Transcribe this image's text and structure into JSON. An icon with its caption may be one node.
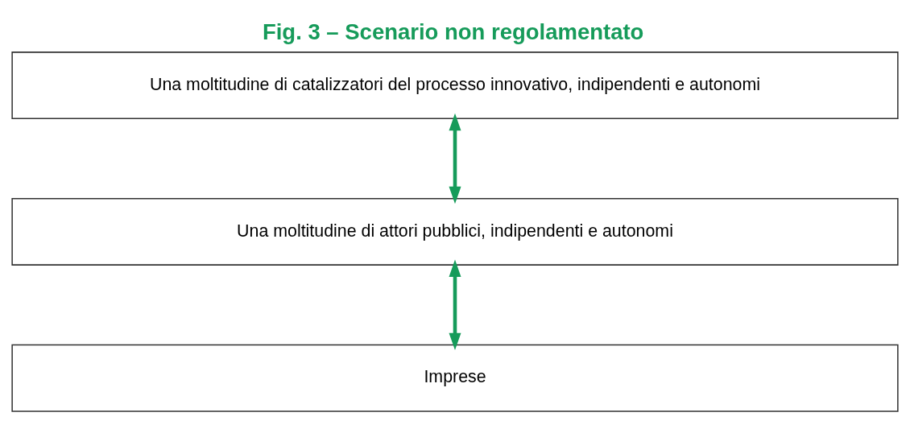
{
  "diagram": {
    "title": "Fig. 3 – Scenario non regolamentato",
    "nodes": [
      {
        "text": [
          "Una moltitudine di catalizzatori del processo innovativo, indipendenti e autonomi"
        ]
      },
      {
        "text": [
          "Una moltitudine di attori pubblici, indipendenti e autonomi"
        ]
      },
      {
        "text": [
          "Imprese"
        ]
      }
    ],
    "edges": [
      {
        "from": 0,
        "to": 1,
        "arrow": "both"
      },
      {
        "from": 1,
        "to": 2,
        "arrow": "both"
      }
    ]
  }
}
